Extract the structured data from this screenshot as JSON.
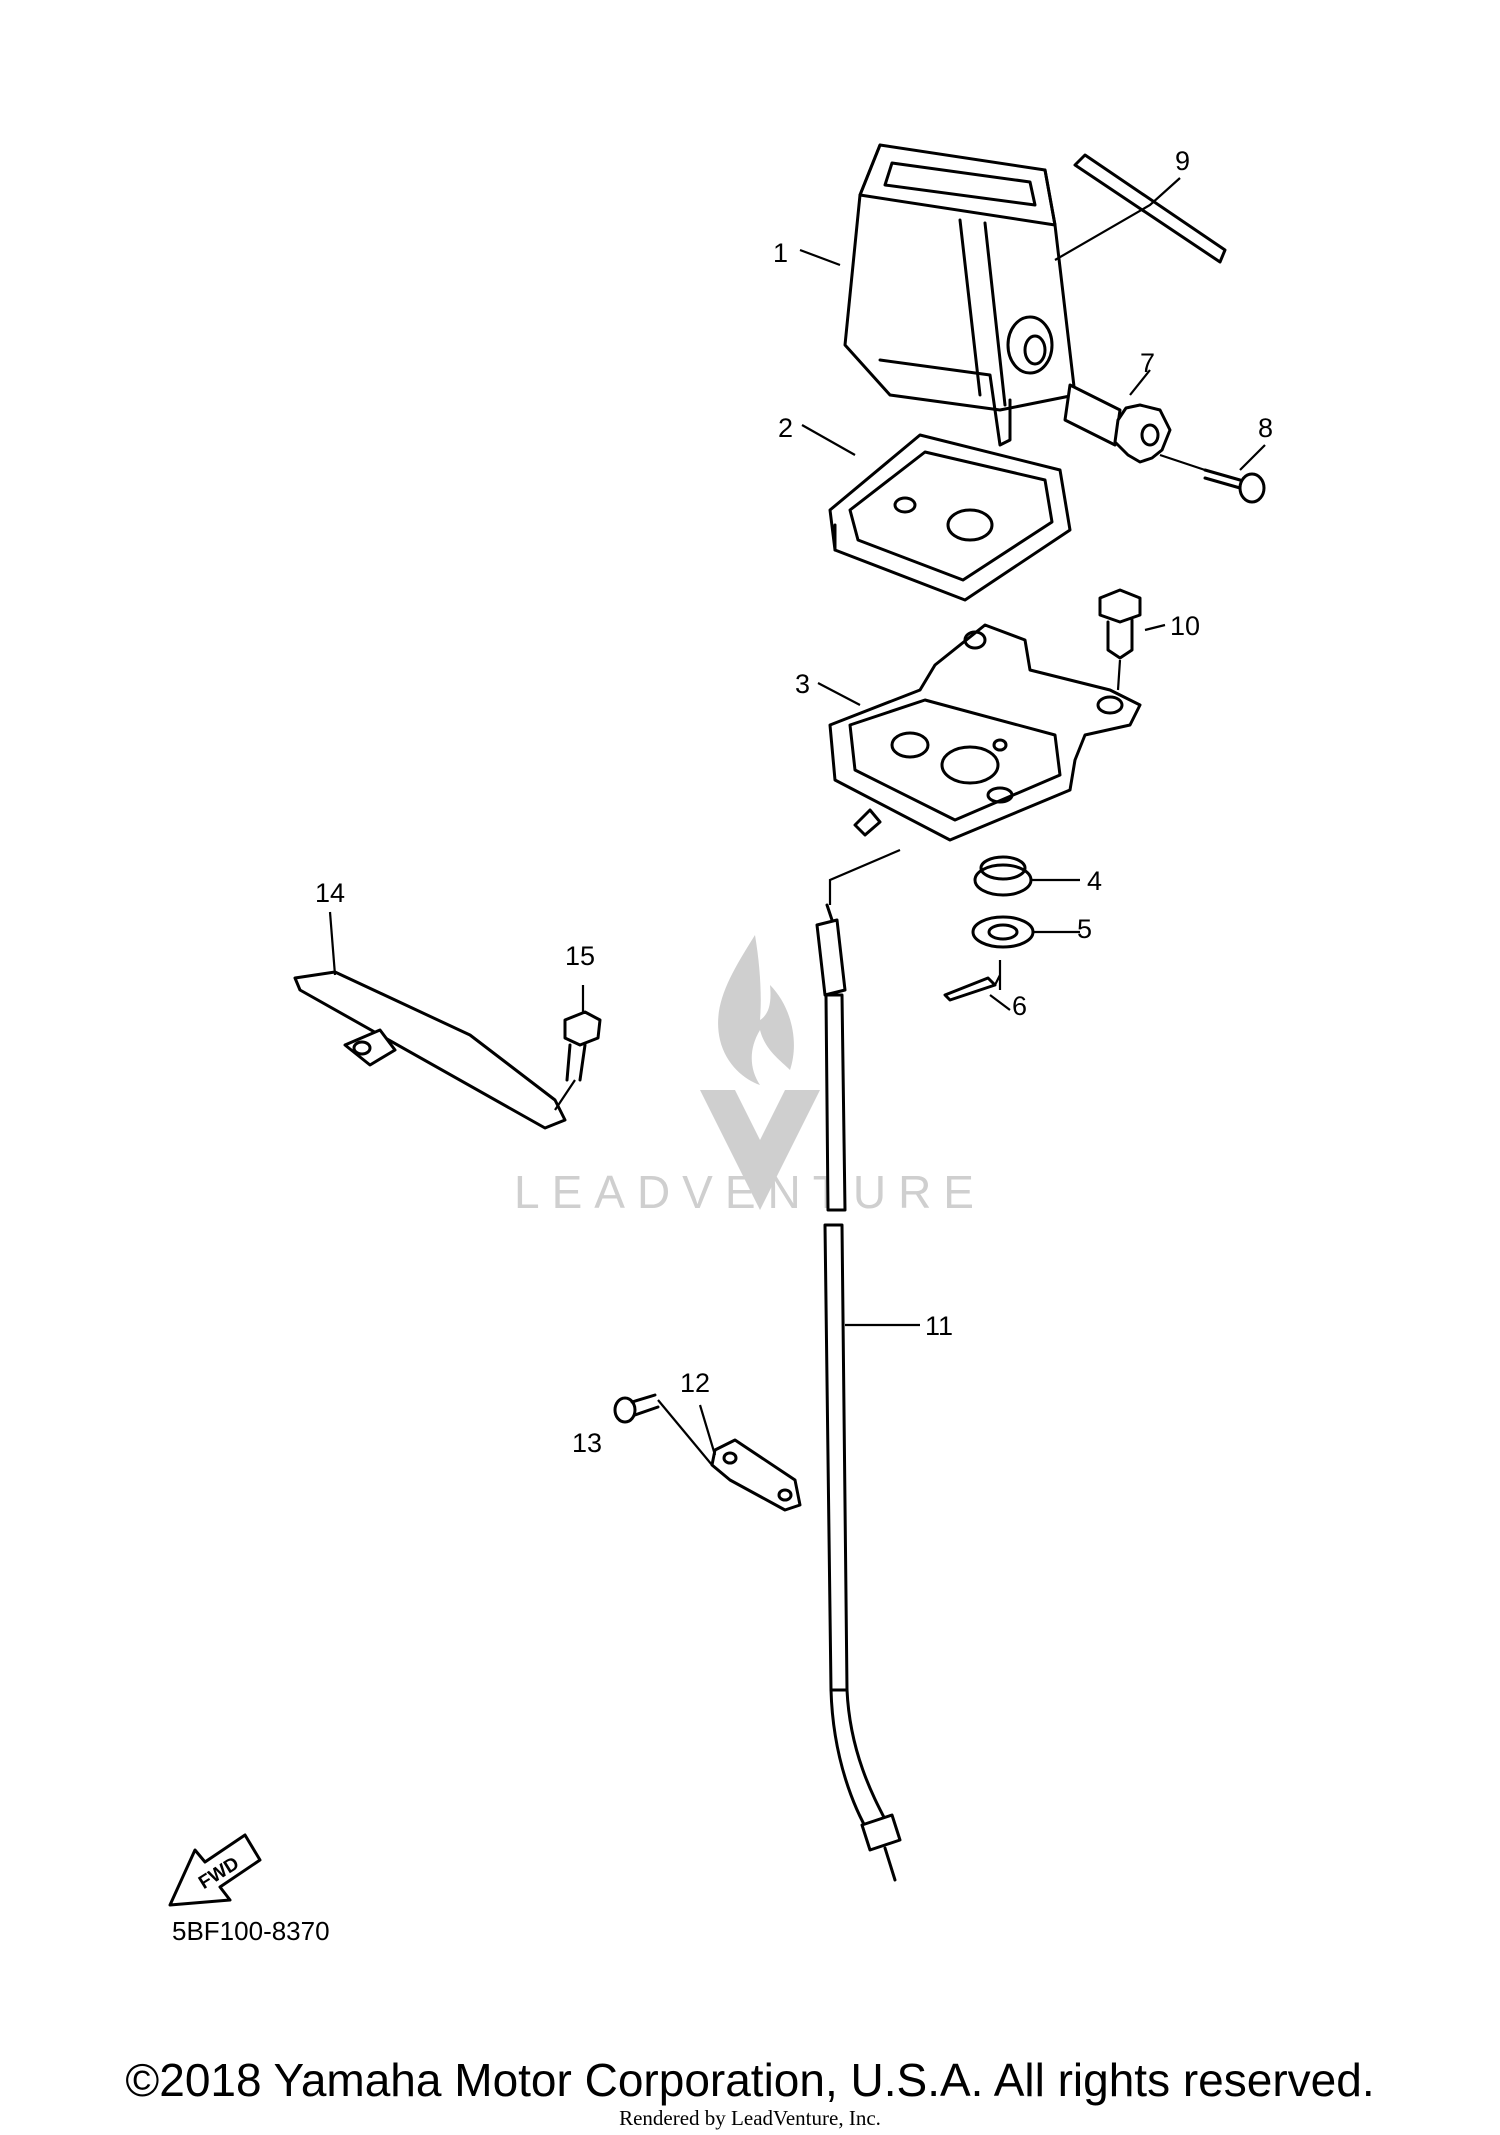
{
  "diagram": {
    "callouts": [
      {
        "id": "1",
        "label": "1"
      },
      {
        "id": "2",
        "label": "2"
      },
      {
        "id": "3",
        "label": "3"
      },
      {
        "id": "4",
        "label": "4"
      },
      {
        "id": "5",
        "label": "5"
      },
      {
        "id": "6",
        "label": "6"
      },
      {
        "id": "7",
        "label": "7"
      },
      {
        "id": "8",
        "label": "8"
      },
      {
        "id": "9",
        "label": "9"
      },
      {
        "id": "10",
        "label": "10"
      },
      {
        "id": "11",
        "label": "11"
      },
      {
        "id": "12",
        "label": "12"
      },
      {
        "id": "13",
        "label": "13"
      },
      {
        "id": "14",
        "label": "14"
      },
      {
        "id": "15",
        "label": "15"
      }
    ],
    "fwd_arrow_label": "FWD",
    "diagram_code": "5BF100-8370",
    "watermark_text": "LEADVENTURE"
  },
  "footer": {
    "copyright": "©2018 Yamaha Motor Corporation, U.S.A. All rights reserved.",
    "rendered_by": "Rendered by LeadVenture, Inc."
  },
  "colors": {
    "line": "#000000",
    "watermark": "#cfcfcf",
    "background": "#ffffff"
  }
}
